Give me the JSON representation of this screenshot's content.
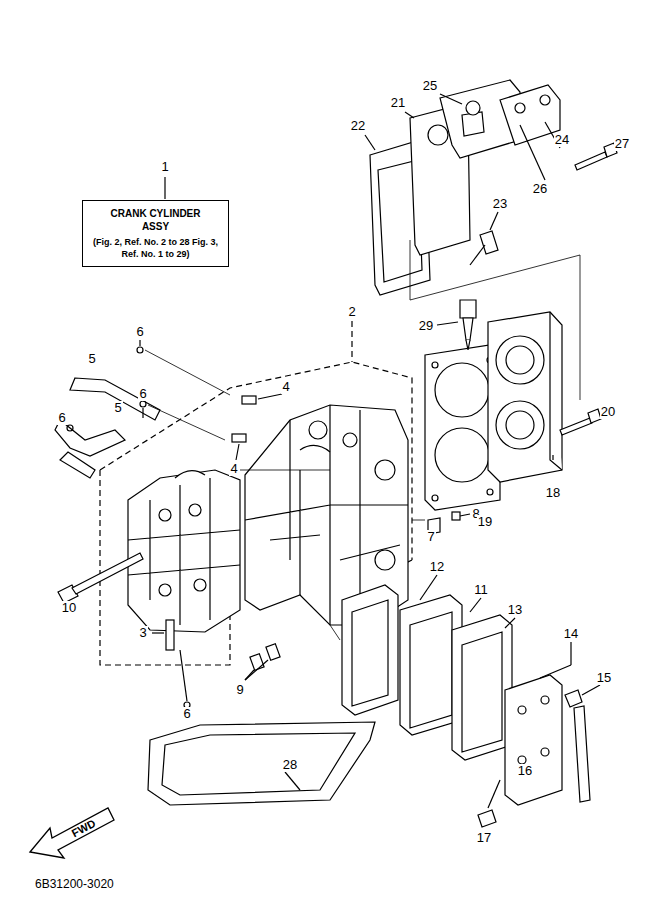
{
  "diagram": {
    "nodes": [
      {
        "text": [
          "CRANK CYLINDER ASSY",
          "(Fig. 2, Ref. No. 2 to 28 Fig. 3, Ref. No. 1 to 29)"
        ]
      }
    ],
    "labels": [
      "1",
      "2",
      "3",
      "4",
      "4",
      "5",
      "5",
      "6",
      "6",
      "6",
      "6",
      "7",
      "8",
      "9",
      "10",
      "11",
      "12",
      "13",
      "14",
      "15",
      "16",
      "17",
      "18",
      "19",
      "20",
      "21",
      "22",
      "23",
      "24",
      "25",
      "26",
      "27",
      "28",
      "29",
      "FWD",
      "6B31200-3020"
    ]
  }
}
